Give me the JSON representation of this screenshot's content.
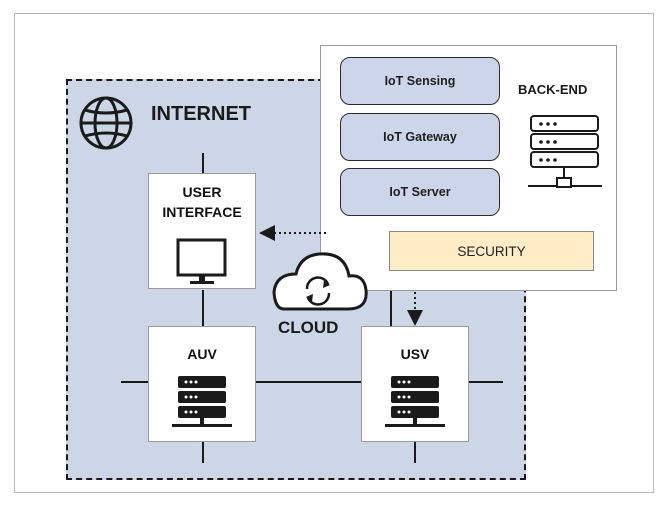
{
  "labels": {
    "internet": "INTERNET",
    "cloud": "CLOUD",
    "user_interface_line1": "USER",
    "user_interface_line2": "INTERFACE",
    "auv": "AUV",
    "usv": "USV",
    "backend": "BACK-END",
    "iot_sensing": "IoT Sensing",
    "iot_gateway": "IoT Gateway",
    "iot_server": "IoT Server",
    "security": "SECURITY"
  },
  "colors": {
    "internet_fill": "#cdd6e6",
    "pill_fill": "#ccd5e9",
    "security_fill": "#fdecc5",
    "stroke": "#1a1a1a"
  },
  "icons": [
    "globe-icon",
    "monitor-icon",
    "cloud-sync-icon",
    "server-icon"
  ]
}
